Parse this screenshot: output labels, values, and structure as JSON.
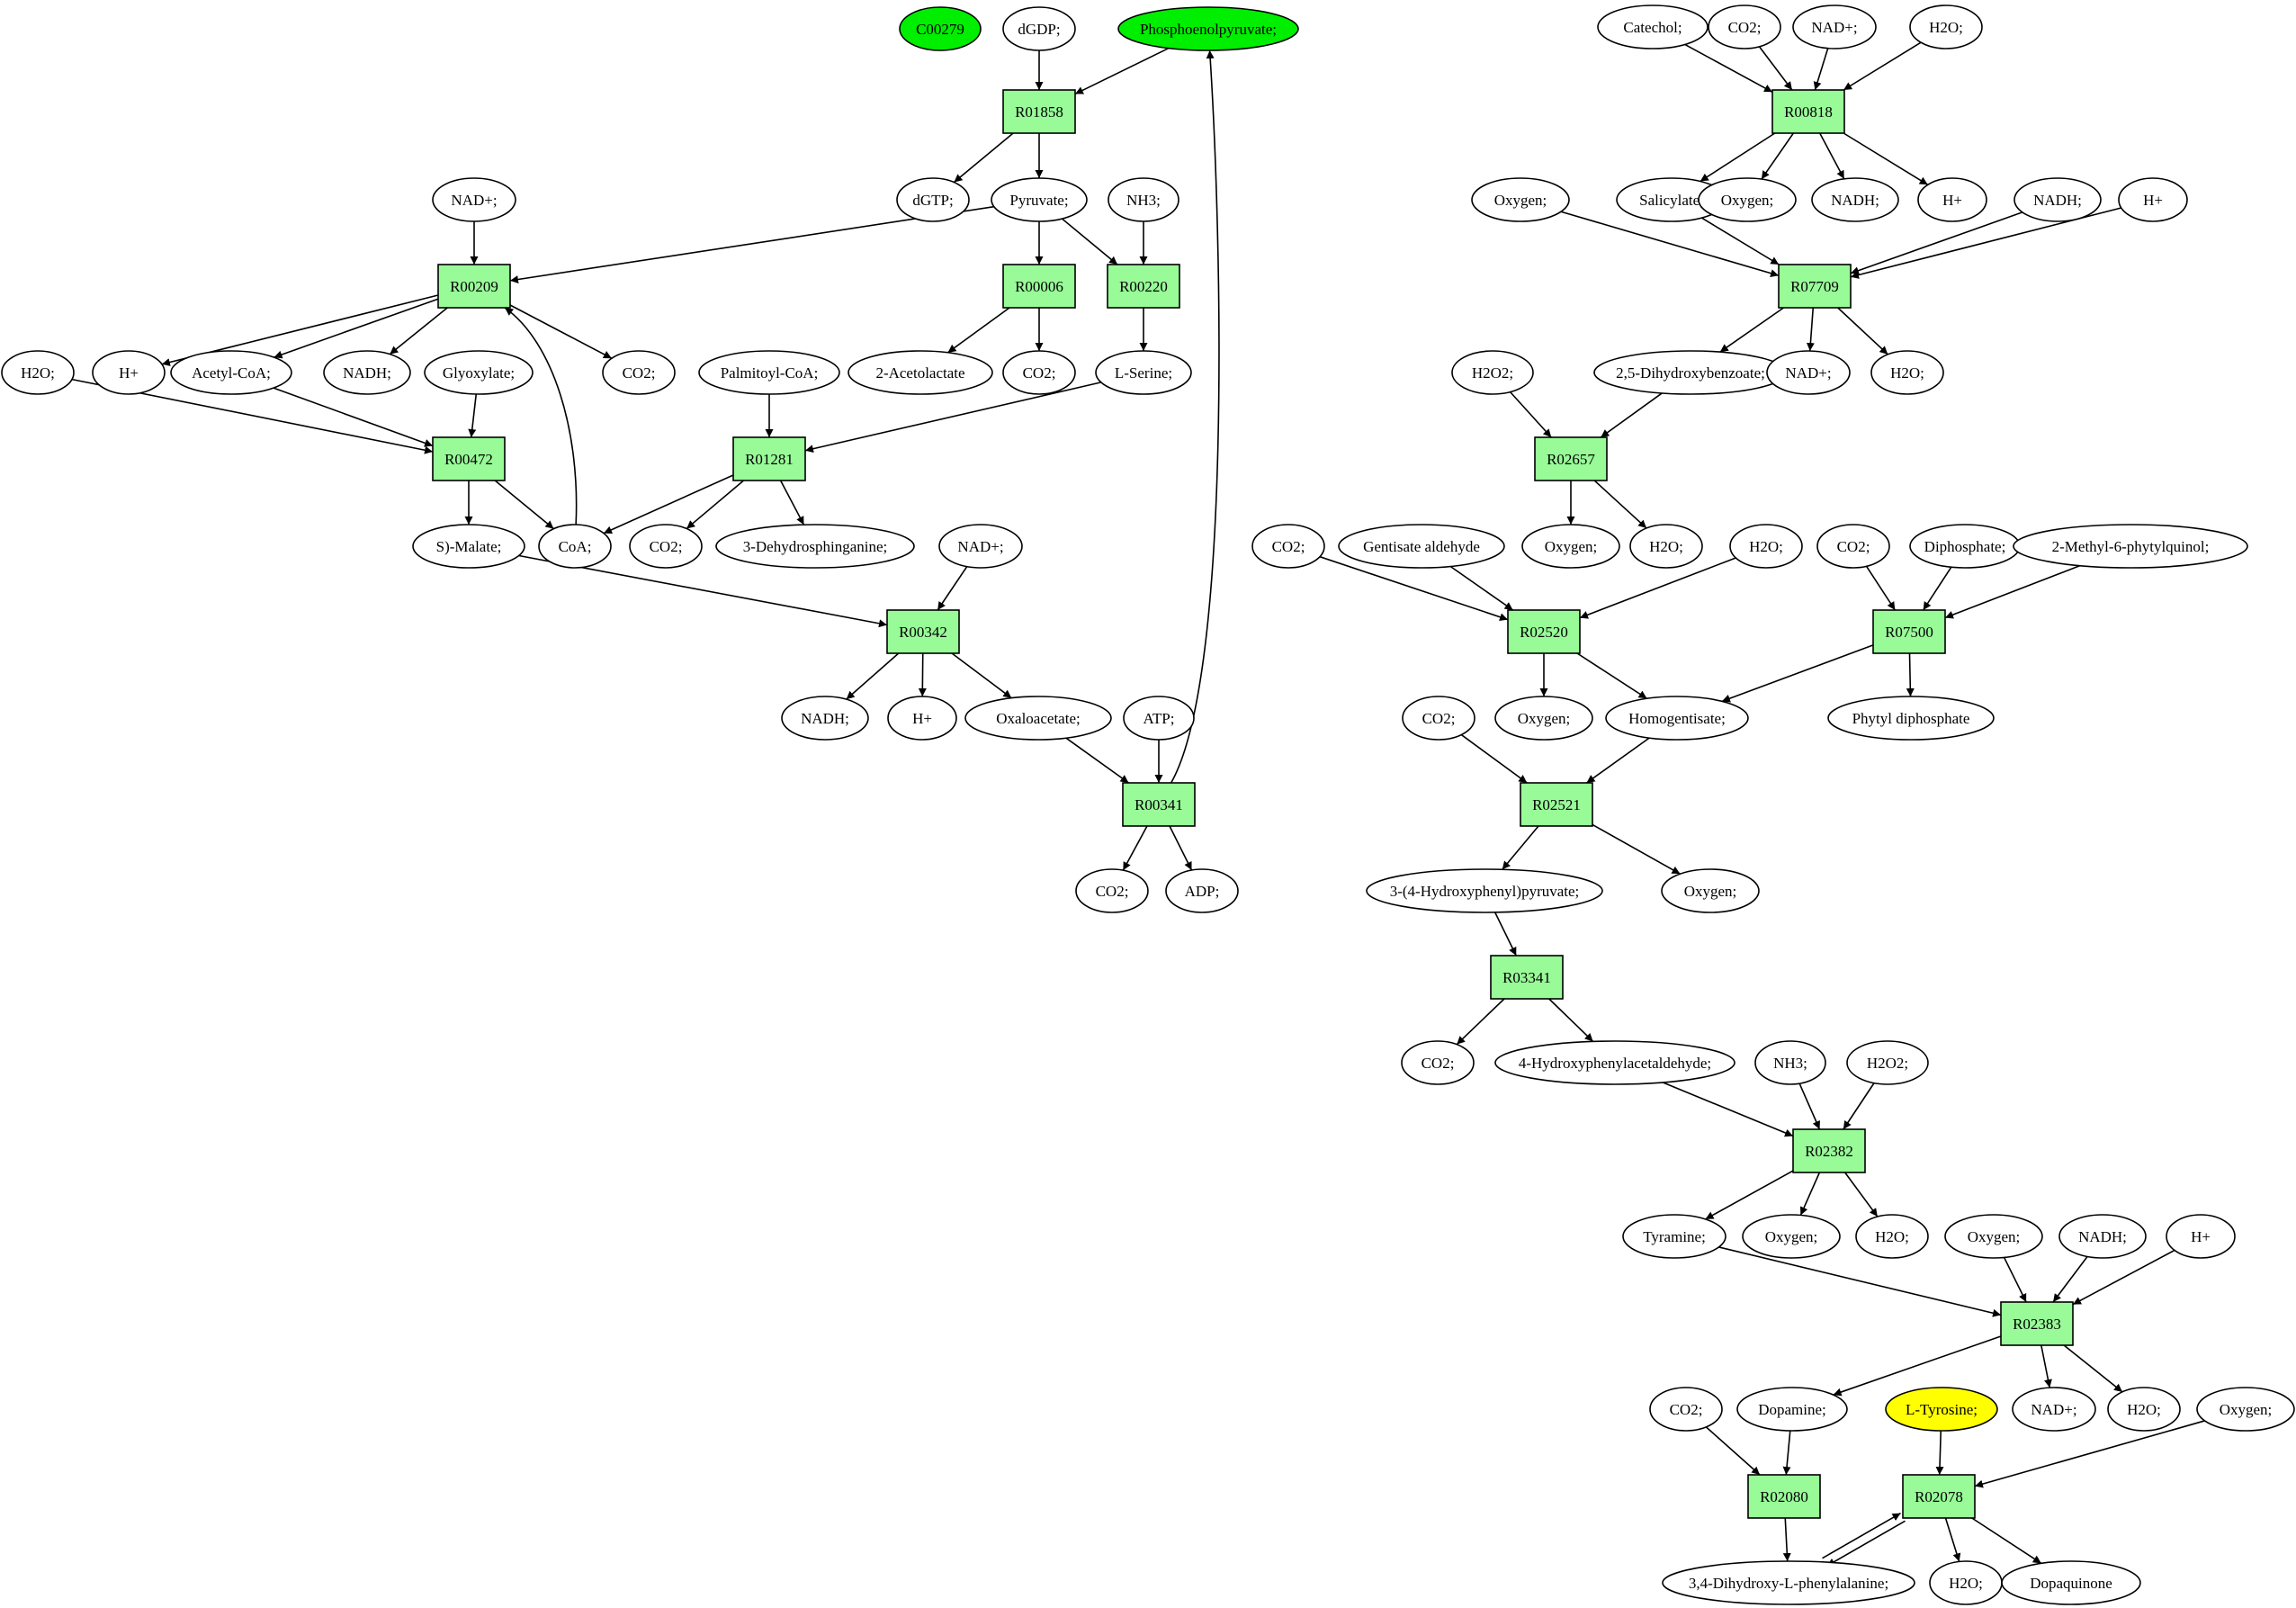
{
  "colors": {
    "reaction": "#98fb98",
    "compound": "#ffffff",
    "source": "#00ee00",
    "target": "#ffff00",
    "edge": "#000000"
  },
  "reactions": {
    "R01858": "R01858",
    "R00209": "R00209",
    "R00006": "R00006",
    "R00220": "R00220",
    "R00472": "R00472",
    "R01281": "R01281",
    "R00342": "R00342",
    "R00341": "R00341",
    "R00818": "R00818",
    "R07709": "R07709",
    "R02657": "R02657",
    "R02520": "R02520",
    "R07500": "R07500",
    "R02521": "R02521",
    "R03341": "R03341",
    "R02382": "R02382",
    "R02383": "R02383",
    "R02080": "R02080",
    "R02078": "R02078"
  },
  "compounds": {
    "c00279": "C00279",
    "dgdp": "dGDP;",
    "pep": "Phosphoenolpyruvate;",
    "dgtp": "dGTP;",
    "pyruvate": "Pyruvate;",
    "nh3_a": "NH3;",
    "nad_a": "NAD+;",
    "h2o_a": "H2O;",
    "h_a": "H+",
    "acetylcoa": "Acetyl-CoA;",
    "nadh_a": "NADH;",
    "glyoxylate": "Glyoxylate;",
    "co2_a": "CO2;",
    "palmitoylcoa": "Palmitoyl-CoA;",
    "acetolactate": "2-Acetolactate",
    "co2_b": "CO2;",
    "lserine": "L-Serine;",
    "smalate": "S)-Malate;",
    "coa": "CoA;",
    "co2_c": "CO2;",
    "dehydrosphinganine": "3-Dehydrosphinganine;",
    "nad_b": "NAD+;",
    "nadh_b": "NADH;",
    "h_b": "H+",
    "oxaloacetate": "Oxaloacetate;",
    "atp": "ATP;",
    "co2_d": "CO2;",
    "adp": "ADP;",
    "catechol": "Catechol;",
    "co2_e": "CO2;",
    "nad_c": "NAD+;",
    "h2o_b": "H2O;",
    "oxygen_a": "Oxygen;",
    "salicylate": "Salicylate;",
    "oxygen_b": "Oxygen;",
    "nadh_c": "NADH;",
    "h_c": "H+",
    "nadh_d": "NADH;",
    "h_d": "H+",
    "h2o2_a": "H2O2;",
    "dhb": "2,5-Dihydroxybenzoate;",
    "nad_d": "NAD+;",
    "h2o_c": "H2O;",
    "co2_f": "CO2;",
    "gentisate_ald": "Gentisate aldehyde",
    "oxygen_c": "Oxygen;",
    "h2o_d": "H2O;",
    "h2o_e": "H2O;",
    "co2_g": "CO2;",
    "diphosphate": "Diphosphate;",
    "methylphytylquinol": "2-Methyl-6-phytylquinol;",
    "oxygen_d": "Oxygen;",
    "homogentisate": "Homogentisate;",
    "phytyl_dp": "Phytyl diphosphate",
    "co2_h": "CO2;",
    "hpp": "3-(4-Hydroxyphenyl)pyruvate;",
    "oxygen_e": "Oxygen;",
    "co2_i": "CO2;",
    "hpa": "4-Hydroxyphenylacetaldehyde;",
    "nh3_b": "NH3;",
    "h2o2_b": "H2O2;",
    "tyramine": "Tyramine;",
    "oxygen_f": "Oxygen;",
    "h2o_f": "H2O;",
    "oxygen_g": "Oxygen;",
    "nadh_e": "NADH;",
    "h_e": "H+",
    "co2_j": "CO2;",
    "dopamine": "Dopamine;",
    "ltyrosine": "L-Tyrosine;",
    "nad_e": "NAD+;",
    "h2o_g": "H2O;",
    "oxygen_h": "Oxygen;",
    "dopa": "3,4-Dihydroxy-L-phenylalanine;",
    "h2o_h": "H2O;",
    "dopaquinone": "Dopaquinone"
  }
}
